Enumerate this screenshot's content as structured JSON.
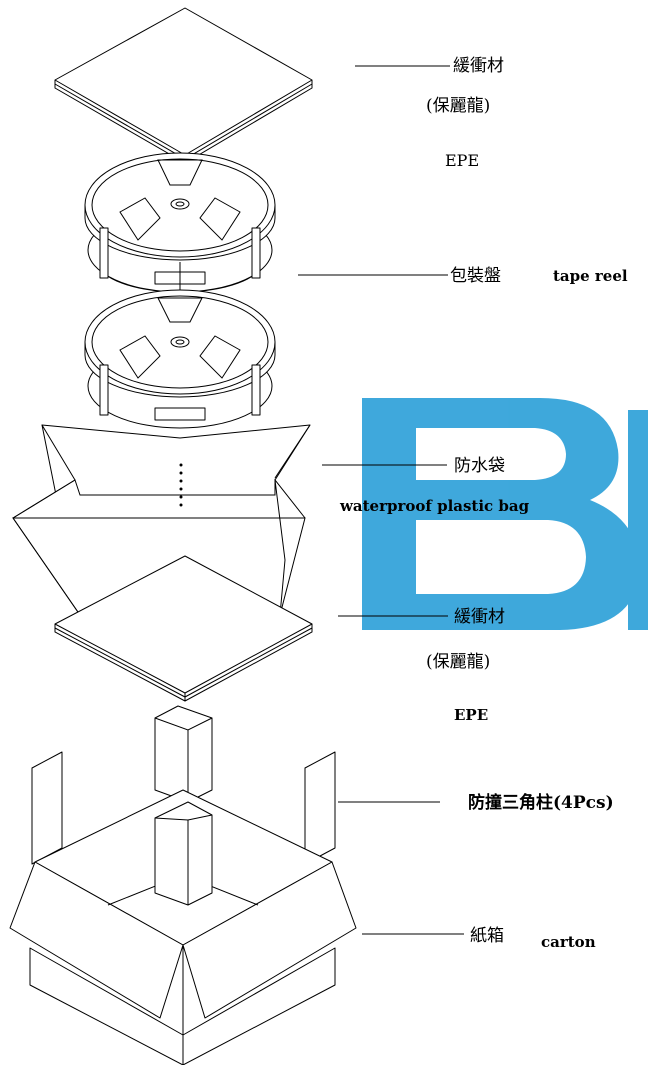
{
  "watermark": {
    "color": "#2a9fd8"
  },
  "labels": {
    "epe_top_cn": "緩衝材",
    "epe_top_paren": "(保麗龍)",
    "epe_top_en": "EPE",
    "reel_cn": "包裝盤",
    "reel_en": "tape reel",
    "bag_cn": "防水袋",
    "bag_en": "waterproof plastic bag",
    "epe_bottom_cn": "緩衝材",
    "epe_bottom_paren": "(保麗龍)",
    "epe_bottom_en": "EPE",
    "triangle_cn": "防撞三角柱(4Pcs)",
    "carton_cn": "紙箱",
    "carton_en": "carton"
  }
}
